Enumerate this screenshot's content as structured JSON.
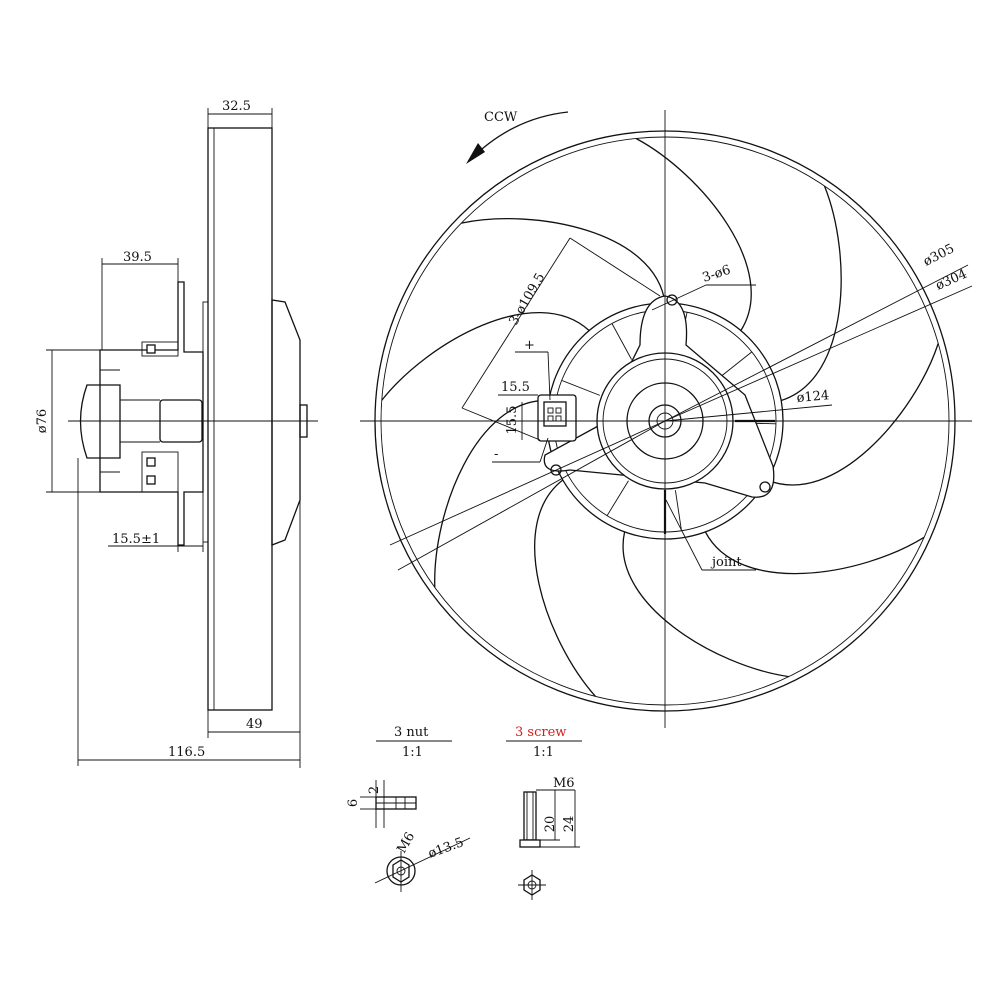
{
  "colors": {
    "line": "#111111",
    "highlight": "#d0201a",
    "background": "#ffffff"
  },
  "side_view": {
    "width_32_5": "32.5",
    "width_39_5": "39.5",
    "dia_76": "ø76",
    "offset_15_5": "15.5±1",
    "width_49": "49",
    "width_116_5": "116.5"
  },
  "front_view": {
    "rotation": "CCW",
    "hole_3_6": "3-ø6",
    "dia_305": "ø305",
    "dia_304": "ø304",
    "dia_124": "ø124",
    "pcd": "3-ø109.5",
    "plus": "+",
    "minus": "-",
    "conn_w": "15.5",
    "conn_h": "15.5",
    "joint": "joint",
    "blade_count": 9
  },
  "detail_nut": {
    "title": "3 nut",
    "scale": "1:1",
    "h6": "6",
    "h2": "2",
    "thread": "M6",
    "dia": "ø13.5"
  },
  "detail_screw": {
    "title": "3 screw",
    "scale": "1:1",
    "thread": "M6",
    "len20": "20",
    "len24": "24"
  }
}
